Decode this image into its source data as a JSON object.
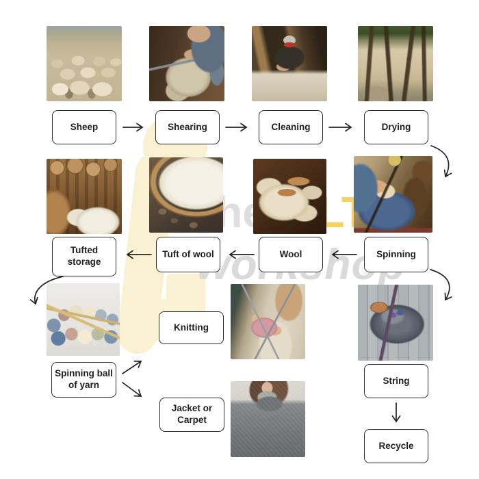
{
  "diagram": {
    "title_visible": false,
    "nodes": {
      "sheep": {
        "label": "Sheep"
      },
      "shearing": {
        "label": "Shearing"
      },
      "cleaning": {
        "label": "Cleaning"
      },
      "drying": {
        "label": "Drying"
      },
      "spinning": {
        "label": "Spinning"
      },
      "wool": {
        "label": "Wool"
      },
      "tuft_of_wool": {
        "label": "Tuft of wool"
      },
      "tufted_storage": {
        "label": "Tufted storage"
      },
      "spinning_ball": {
        "label": "Spinning ball of yarn"
      },
      "knitting": {
        "label": "Knitting"
      },
      "jacket_or_carpet": {
        "label": "Jacket or Carpet"
      },
      "string": {
        "label": "String"
      },
      "recycle": {
        "label": "Recycle"
      }
    },
    "edges": [
      {
        "from": "Sheep",
        "to": "Shearing"
      },
      {
        "from": "Shearing",
        "to": "Cleaning"
      },
      {
        "from": "Cleaning",
        "to": "Drying"
      },
      {
        "from": "Drying",
        "to": "Spinning"
      },
      {
        "from": "Spinning",
        "to": "Wool"
      },
      {
        "from": "Wool",
        "to": "Tuft of wool"
      },
      {
        "from": "Tuft of wool",
        "to": "Tufted storage"
      },
      {
        "from": "Tufted storage",
        "to": "Spinning ball of yarn"
      },
      {
        "from": "Spinning ball of yarn",
        "to": "Knitting"
      },
      {
        "from": "Spinning ball of yarn",
        "to": "Jacket or Carpet"
      },
      {
        "from": "Spinning",
        "to": "String"
      },
      {
        "from": "String",
        "to": "Recycle"
      }
    ],
    "photos": {
      "sheep": "flock of cream sheep in a paddock",
      "shearing": "man shearing a sheep",
      "cleaning": "man sorting raw wool in a barn",
      "drying": "washed wool hanging on branches to dry",
      "tufted_storage": "wooden mill equipment with baskets of wool",
      "tuft_of_wool": "tuft of white wool on a rattan tray",
      "wool": "cream wool skeins with wooden bobbins",
      "spinning": "person spinning wool at a spinning wheel",
      "spinning_ball": "pastel balls of yarn with knitting needles",
      "knitting": "woman knitting with pink yarn",
      "string": "chunky grey wool roving with a spindle",
      "jacket_or_carpet": "woman wearing a grey wool jacket"
    },
    "watermark": {
      "line1_prefix": "the",
      "line1_brand": "IELTS",
      "line2": "workshop",
      "brand_color": "#f5d462",
      "gray_color": "#dadada",
      "shape_color": "#faf0d2"
    },
    "style": {
      "box_border_color": "#2b2b2b",
      "box_fill": "#ffffff",
      "arrow_color": "#222222",
      "background": "#ffffff"
    }
  }
}
